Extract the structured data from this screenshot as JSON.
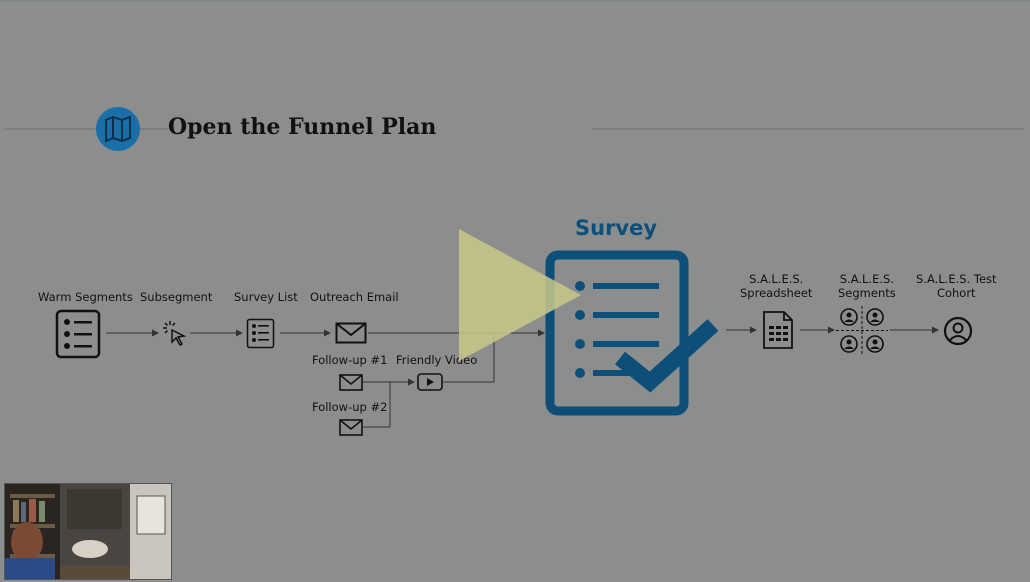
{
  "slide": {
    "title": "Open the Funnel Plan",
    "survey_title": "Survey"
  },
  "nodes": {
    "warm_segments": "Warm Segments",
    "subsegment": "Subsegment",
    "survey_list": "Survey List",
    "outreach_email": "Outreach Email",
    "follow_up_1": "Follow-up #1",
    "friendly_video": "Friendly Video",
    "follow_up_2": "Follow-up #2",
    "sales_spreadsheet_1": "S.A.L.E.S.",
    "sales_spreadsheet_2": "Spreadsheet",
    "sales_segments_1": "S.A.L.E.S.",
    "sales_segments_2": "Segments",
    "sales_test_cohort_1": "S.A.L.E.S. Test",
    "sales_test_cohort_2": "Cohort"
  },
  "colors": {
    "accent": "#0e4f7a",
    "map_icon_bg": "#1a6fa8",
    "play_button": "#c9c88a",
    "overlay": "#8b8e8d"
  },
  "icons": [
    "map-icon",
    "list-icon",
    "cursor-click-icon",
    "checklist-icon",
    "envelope-icon",
    "video-play-icon",
    "survey-clipboard-icon",
    "spreadsheet-icon",
    "segments-icon",
    "user-circle-icon",
    "play-button-icon"
  ]
}
